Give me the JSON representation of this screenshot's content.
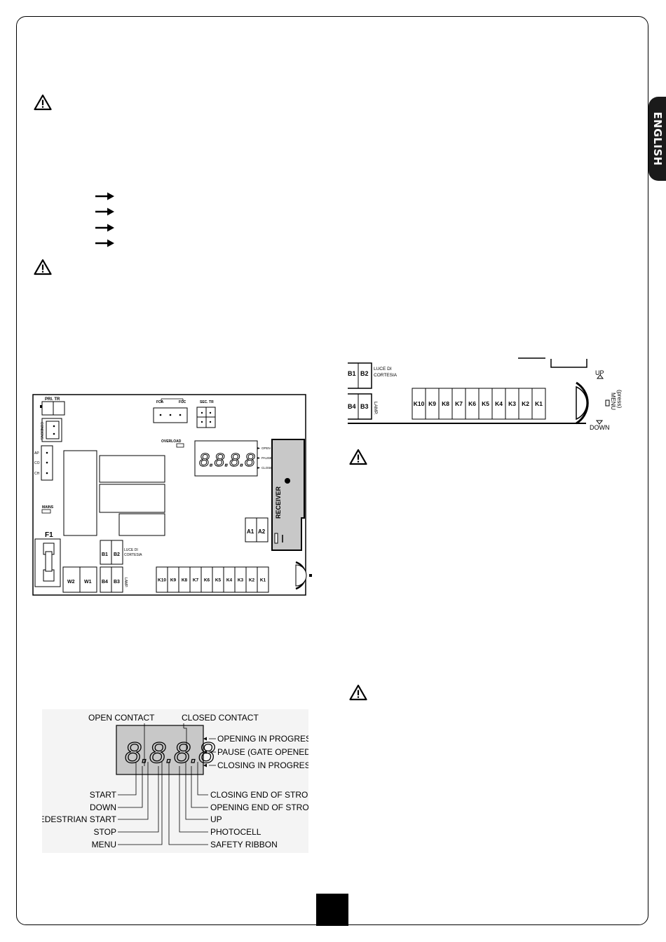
{
  "side_tab": {
    "label": "ENGLISH"
  },
  "board": {
    "fuse": "F1",
    "connectors": {
      "pri_tr": "PRI. TR",
      "condens": "CONDENS.",
      "ap": "AP",
      "co": "CO",
      "ch": "CH",
      "mains": "MAINS",
      "fca": "FCA",
      "fcc": "FCC",
      "sec_tr": "SEC. TR",
      "overload": "OVERLOAD",
      "receiver": "RECEIVER",
      "a1": "A1",
      "a2": "A2",
      "w2": "W2",
      "w1": "W1",
      "b1": "B1",
      "b2": "B2",
      "b3": "B3",
      "b4": "B4",
      "luce_di": "LUCE DI",
      "cortesia": "CORTESIA",
      "lamp": "LAMP."
    },
    "display_labels": {
      "open": "OPEN",
      "pause": "PAUSE",
      "close": "CLOSE"
    },
    "k_terminals": [
      "K10",
      "K9",
      "K8",
      "K7",
      "K6",
      "K5",
      "K4",
      "K3",
      "K2",
      "K1"
    ]
  },
  "zoom_board": {
    "b1": "B1",
    "b2": "B2",
    "b3": "B3",
    "b4": "B4",
    "luce_di": "LUCE DI",
    "cortesia": "CORTESIA",
    "lamp": "LAMP.",
    "k_terminals": [
      "K10",
      "K9",
      "K8",
      "K7",
      "K6",
      "K5",
      "K4",
      "K3",
      "K2",
      "K1"
    ],
    "up": "UP",
    "down": "DOWN",
    "menu": "MENU",
    "press": "(press)"
  },
  "display_diagram": {
    "top_left": "OPEN CONTACT",
    "top_right": "CLOSED CONTACT",
    "right": [
      "OPENING IN PROGRESS",
      "PAUSE (GATE OPENED)",
      "CLOSING IN PROGRESS"
    ],
    "left": [
      "START",
      "DOWN",
      "PEDESTRIAN START",
      "STOP",
      "MENU"
    ],
    "bottom_right": [
      "CLOSING END OF STROKE",
      "OPENING END OF STROKE",
      "UP",
      "PHOTOCELL",
      "SAFETY RIBBON"
    ]
  }
}
